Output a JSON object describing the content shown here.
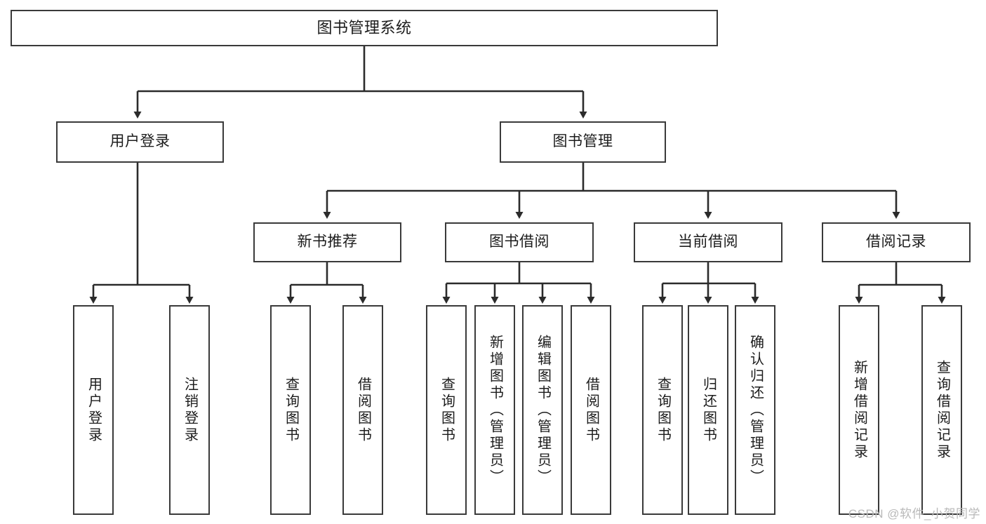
{
  "diagram": {
    "title": "图书管理系统",
    "type": "tree",
    "colors": {
      "box_border": "#3a3a3a",
      "box_fill": "#ffffff",
      "connector": "#2b2b2b",
      "text": "#1c1c1c",
      "watermark": "#b9b9b9",
      "background": "#ffffff"
    },
    "root": {
      "label": "图书管理系统"
    },
    "level2": [
      {
        "label": "用户登录"
      },
      {
        "label": "图书管理"
      }
    ],
    "level3": [
      {
        "label": "新书推荐"
      },
      {
        "label": "图书借阅"
      },
      {
        "label": "当前借阅"
      },
      {
        "label": "借阅记录"
      }
    ],
    "leaves": {
      "user_login": [
        {
          "label": "用户登录"
        },
        {
          "label": "注销登录"
        }
      ],
      "new_book_recommend": [
        {
          "label": "查询图书"
        },
        {
          "label": "借阅图书"
        }
      ],
      "book_borrow": [
        {
          "label": "查询图书"
        },
        {
          "label": "新增图书（管理员）"
        },
        {
          "label": "编辑图书（管理员）"
        },
        {
          "label": "借阅图书"
        }
      ],
      "current_borrow": [
        {
          "label": "查询图书"
        },
        {
          "label": "归还图书"
        },
        {
          "label": "确认归还（管理员）"
        }
      ],
      "borrow_record": [
        {
          "label": "新增借阅记录"
        },
        {
          "label": "查询借阅记录"
        }
      ]
    }
  },
  "watermark": {
    "text": "CSDN @软件_小贺同学"
  }
}
